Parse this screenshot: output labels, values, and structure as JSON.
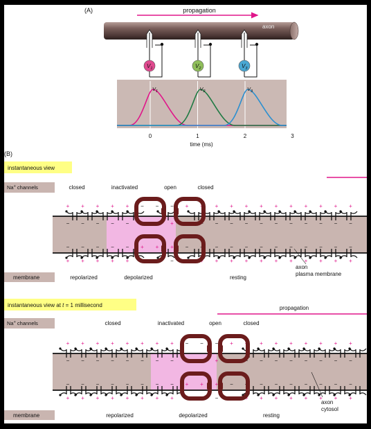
{
  "panel_a": {
    "label": "(A)",
    "propagation": "propagation",
    "axon_label": "axon",
    "electrodes": [
      {
        "name": "V1",
        "sub": "1",
        "color": "#e0498f"
      },
      {
        "name": "V2",
        "sub": "2",
        "color": "#8fbe5a"
      },
      {
        "name": "V3",
        "sub": "3",
        "color": "#4aa7d3"
      }
    ],
    "plot": {
      "trace_labels": [
        {
          "base": "V",
          "sub": "1"
        },
        {
          "base": "V",
          "sub": "2"
        },
        {
          "base": "V",
          "sub": "3"
        }
      ],
      "x_ticks": [
        "0",
        "1",
        "2",
        "3"
      ],
      "x_label": "time (ms)"
    }
  },
  "panel_b": {
    "label": "(B)",
    "view1": {
      "title": "instantaneous view",
      "channels_label": {
        "pre": "Na",
        "sup": "+",
        "post": " channels"
      },
      "states": [
        "closed",
        "inactivated",
        "open",
        "closed"
      ],
      "membrane_label": "membrane",
      "membrane_states": [
        "repolarized",
        "depolarized",
        "resting"
      ],
      "annotation": [
        "axon",
        "plasma membrane"
      ]
    },
    "view2": {
      "title_pre": "instantaneous view at ",
      "title_t": "t",
      "title_post": " = 1 millisecond",
      "propagation": "propagation",
      "channels_label": {
        "pre": "Na",
        "sup": "+",
        "post": " channels"
      },
      "states": [
        "closed",
        "inactivated",
        "open",
        "closed"
      ],
      "membrane_label": "membrane",
      "membrane_states": [
        "repolarized",
        "depolarized",
        "resting"
      ],
      "annotation": [
        "axon",
        "cytosol"
      ]
    }
  },
  "colors": {
    "magenta": "#e0168a",
    "tan": "#c9b5b0",
    "pink": "#f2b7e3",
    "arrow": "#6b1c1c",
    "yellow": "#ffff85",
    "green": "#1f7a43",
    "blue": "#2b8fd0"
  }
}
